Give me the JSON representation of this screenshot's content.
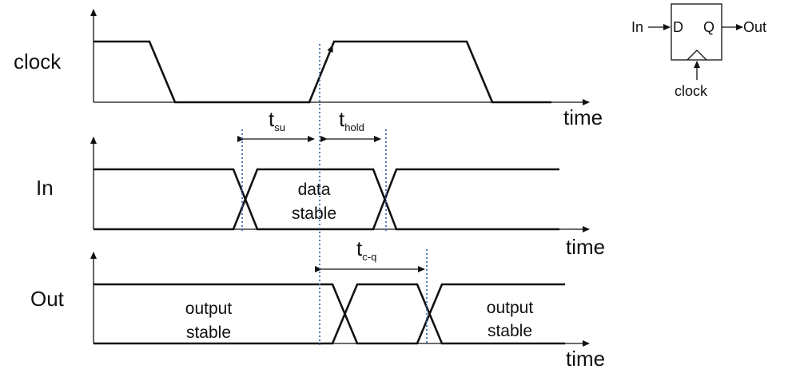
{
  "signals": {
    "clock": {
      "label": "clock"
    },
    "in": {
      "label": "In"
    },
    "out": {
      "label": "Out"
    }
  },
  "axis": {
    "time_label": "time"
  },
  "annotations": {
    "t_su": {
      "base": "t",
      "sub": "su"
    },
    "t_hold": {
      "base": "t",
      "sub": "hold"
    },
    "t_cq": {
      "base": "t",
      "sub": "c-q"
    },
    "data_stable": [
      "data",
      "stable"
    ],
    "output_stable_left": [
      "output",
      "stable"
    ],
    "output_stable_right": [
      "output",
      "stable"
    ]
  },
  "flipflop": {
    "input": "In",
    "d_pin": "D",
    "q_pin": "Q",
    "output": "Out",
    "clock": "clock"
  },
  "colors": {
    "line": "#111111",
    "marker": "#3b6fb6"
  }
}
